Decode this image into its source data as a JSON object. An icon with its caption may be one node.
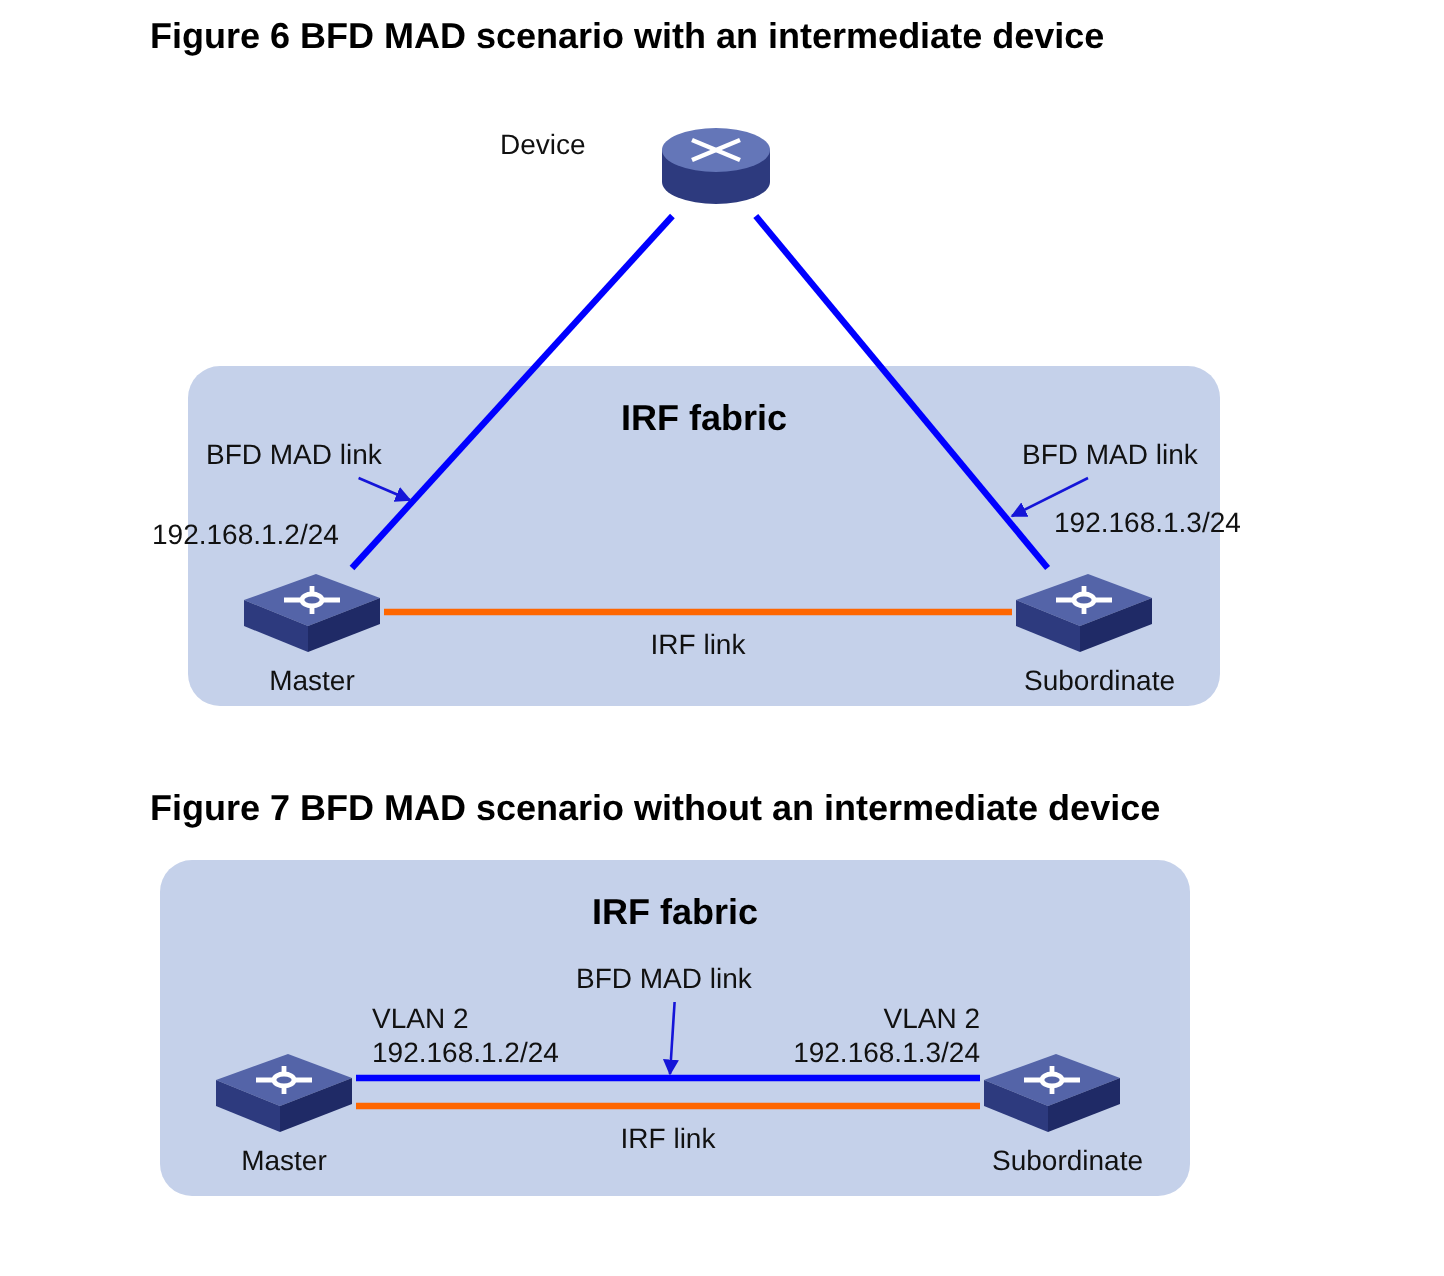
{
  "diagram": {
    "title": "Figure 6 BFD MAD scenario with an intermediate device",
    "nodes": [
      {
        "text": [
          "Device"
        ]
      },
      {
        "text": [
          "IRF fabric"
        ]
      },
      {
        "text": [
          "Master"
        ],
        "in": 1,
        "beside": [
          "192.168.1.2/24"
        ]
      },
      {
        "text": [
          "Subordinate"
        ],
        "in": 1,
        "beside": [
          "192.168.1.3/24"
        ]
      },
      {
        "text": [
          "BFD MAD link"
        ],
        "in": 1
      },
      {
        "text": [
          "BFD MAD link"
        ],
        "in": 1
      },
      {
        "text": [
          "IRF fabric"
        ]
      },
      {
        "text": [
          "Master"
        ],
        "in": 6,
        "beside": [
          "VLAN 2 192.168.1.2/24"
        ]
      },
      {
        "text": [
          "Subordinate"
        ],
        "in": 6,
        "beside": [
          "VLAN 2 192.168.1.3/24"
        ]
      },
      {
        "text": [
          "BFD MAD link"
        ],
        "in": 6
      }
    ],
    "edges": [
      {
        "from": 0,
        "to": 2,
        "arrow": "none",
        "color": "#0000ff"
      },
      {
        "from": 0,
        "to": 3,
        "arrow": "none",
        "color": "#0000ff"
      },
      {
        "from": 2,
        "to": 3,
        "arrow": "none",
        "label": "IRF link",
        "color": "#ff6600"
      },
      {
        "from": 4,
        "to": null,
        "arrow": "to"
      },
      {
        "from": 5,
        "to": null,
        "arrow": "to"
      },
      {
        "from": 7,
        "to": 8,
        "arrow": "none",
        "color": "#0000ff"
      },
      {
        "from": 7,
        "to": 8,
        "arrow": "none",
        "label": "IRF link",
        "color": "#ff6600"
      },
      {
        "from": 9,
        "to": null,
        "arrow": "to"
      }
    ],
    "labels": [
      "Figure 7 BFD MAD scenario without an intermediate device"
    ]
  }
}
